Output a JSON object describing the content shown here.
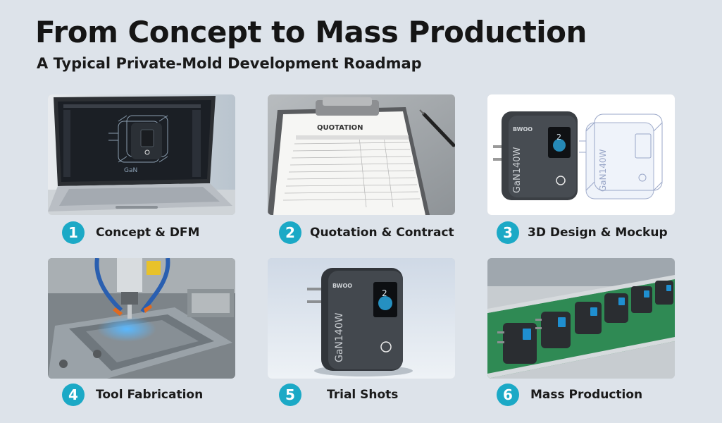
{
  "header": {
    "title": "From Concept to Mass Production",
    "subtitle": "A Typical Private-Mold Development Roadmap"
  },
  "steps": [
    {
      "number": "1",
      "label": "Concept & DFM"
    },
    {
      "number": "2",
      "label": "Quotation & Contract"
    },
    {
      "number": "3",
      "label": "3D Design & Mockup"
    },
    {
      "number": "4",
      "label": "Tool Fabrication"
    },
    {
      "number": "5",
      "label": "Trial Shots"
    },
    {
      "number": "6",
      "label": "Mass Production"
    }
  ],
  "images": {
    "quotation_doc_title": "QUOTATION",
    "charger_brand": "BWOO",
    "charger_model": "GaN140W",
    "screen_digit": "2"
  },
  "colors": {
    "background": "#dde3ea",
    "accent": "#1ba9c6"
  }
}
